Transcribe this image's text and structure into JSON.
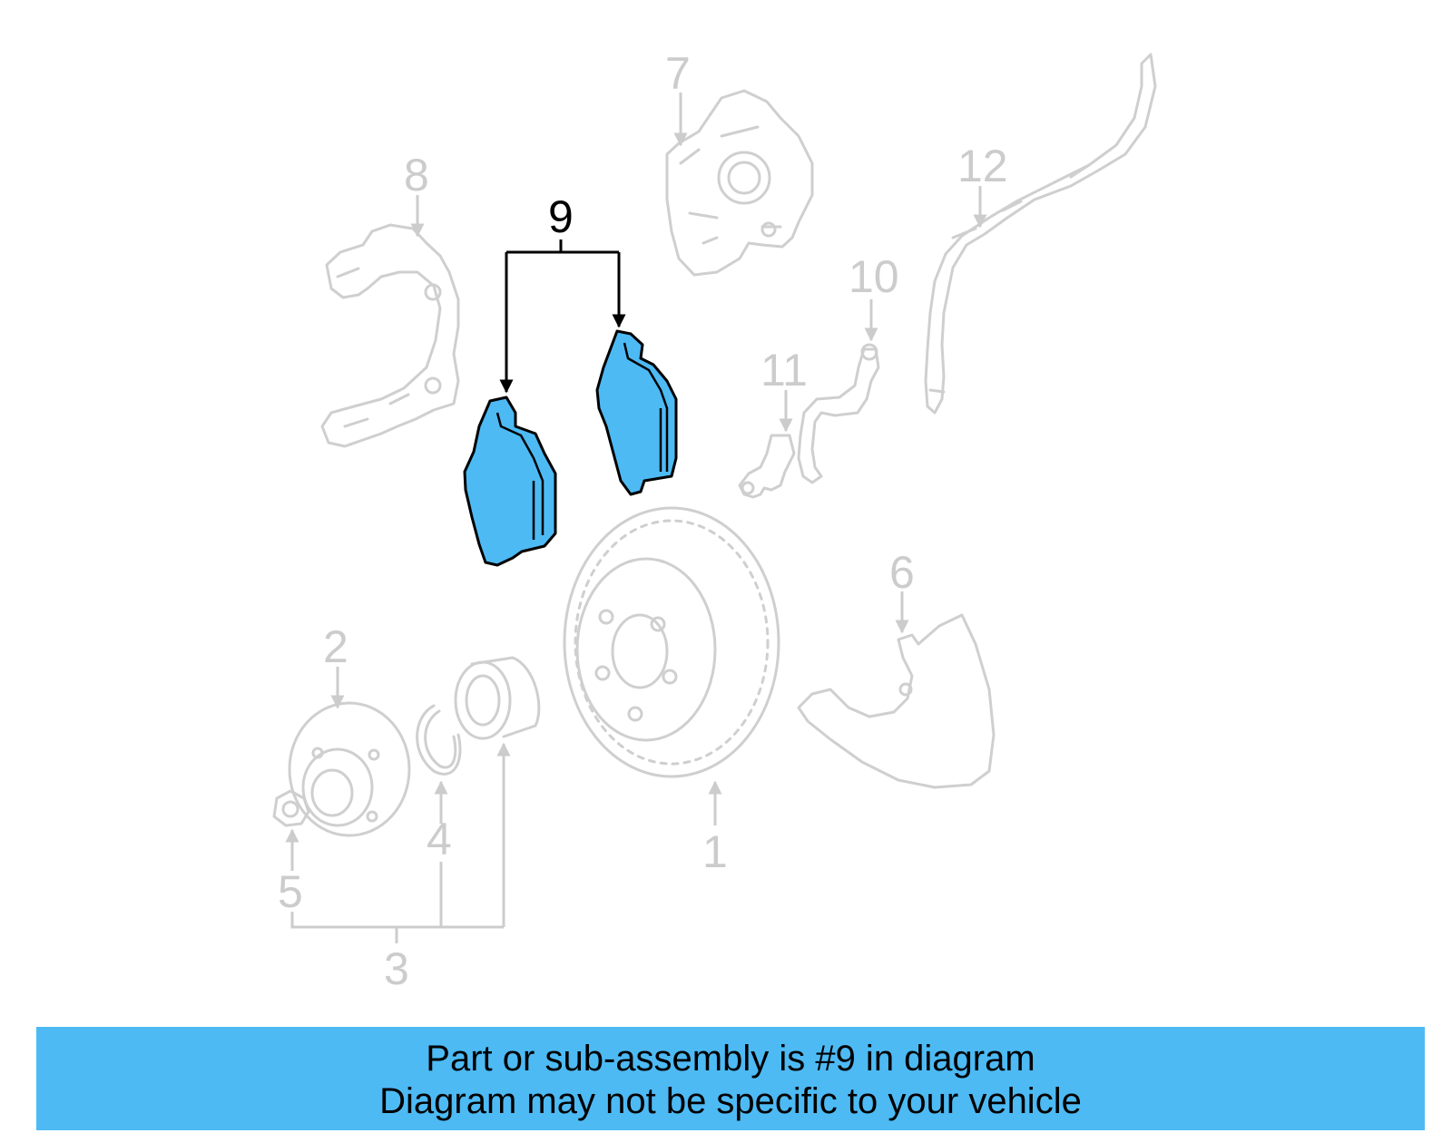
{
  "colors": {
    "highlight": "#4dbaf4",
    "muted": "#cccccc",
    "ink": "#000000",
    "background": "#ffffff"
  },
  "callouts": {
    "c1": "1",
    "c2": "2",
    "c3": "3",
    "c4": "4",
    "c5": "5",
    "c6": "6",
    "c7": "7",
    "c8": "8",
    "c9": "9",
    "c10": "10",
    "c11": "11",
    "c12": "12"
  },
  "banner": {
    "line1": "Part or sub-assembly is #9 in diagram",
    "line2": "Diagram may not be specific to your vehicle"
  }
}
